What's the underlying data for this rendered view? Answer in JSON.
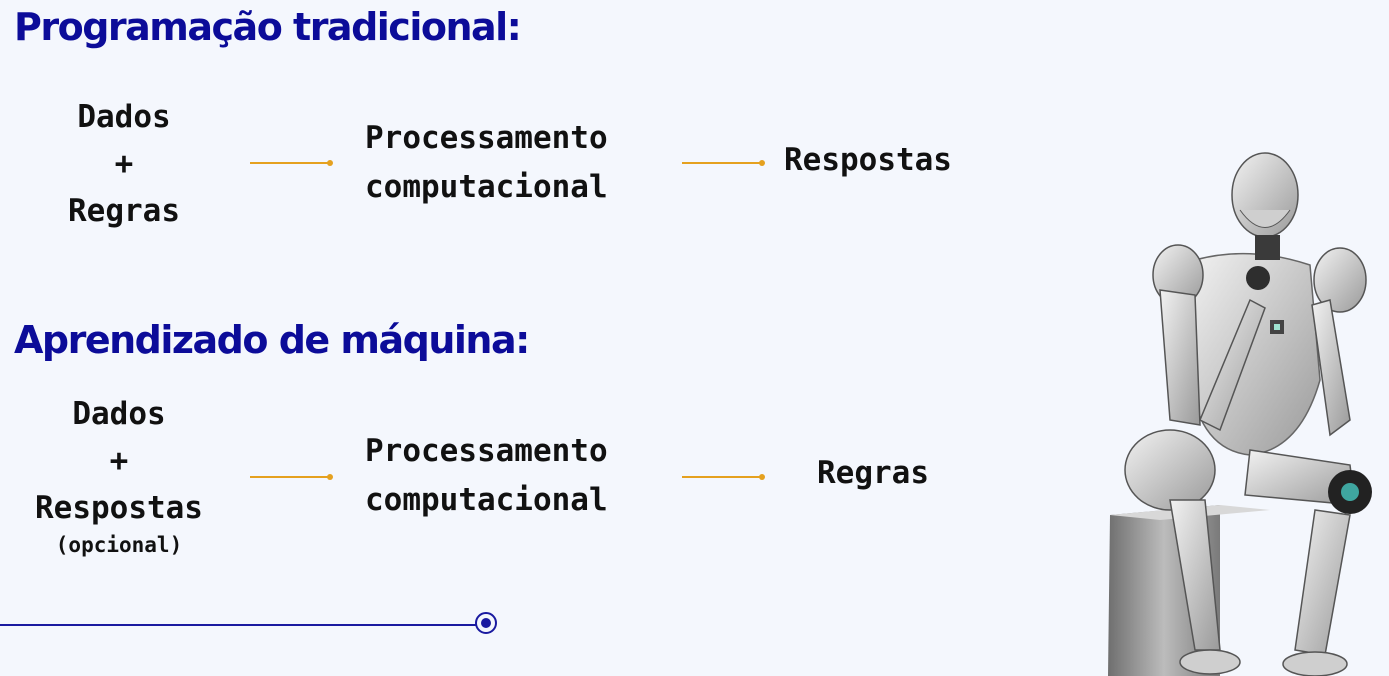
{
  "sections": [
    {
      "title": "Programação tradicional:",
      "inputs": [
        "Dados",
        "+",
        "Regras"
      ],
      "process": [
        "Processamento",
        "computacional"
      ],
      "output": "Respostas"
    },
    {
      "title": "Aprendizado de máquina:",
      "inputs": [
        "Dados",
        "+",
        "Respostas"
      ],
      "inputs_note": "(opcional)",
      "process": [
        "Processamento",
        "computacional"
      ],
      "output": "Regras"
    }
  ],
  "icons": [
    "timeline-marker-icon",
    "thinking-robot-illustration"
  ],
  "colors": {
    "heading": "#0c0c99",
    "arrow": "#e5a11f",
    "timeline": "#1a1aa0",
    "background": "#f4f7fd"
  }
}
